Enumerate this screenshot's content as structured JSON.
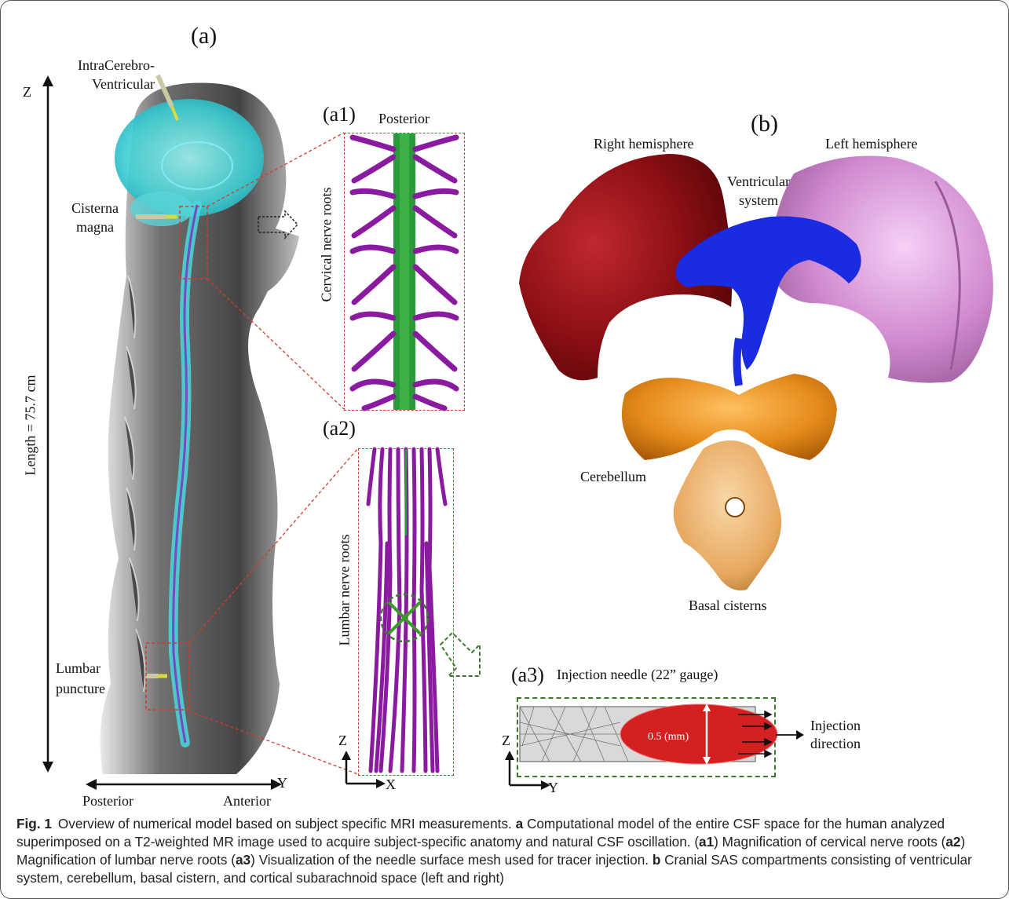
{
  "panel_a": {
    "label": "(a)",
    "axis_z": "Z",
    "length_label": "Length = 75.7 cm",
    "axis_y": "Y",
    "posterior": "Posterior",
    "anterior": "Anterior",
    "icv_line1": "IntraCerebro-",
    "icv_line2": "Ventricular",
    "cm_line1": "Cisterna",
    "cm_line2": "magna",
    "lp_line1": "Lumbar",
    "lp_line2": "puncture"
  },
  "panel_a1": {
    "label": "(a1)",
    "posterior": "Posterior",
    "side_label": "Cervical nerve roots"
  },
  "panel_a2": {
    "label": "(a2)",
    "side_label": "Lumbar nerve roots",
    "axis_z": "Z",
    "axis_x": "X"
  },
  "panel_a3": {
    "label": "(a3)",
    "title": "Injection needle (22” gauge)",
    "measure": "0.5 (mm)",
    "dir_line1": "Injection",
    "dir_line2": "direction",
    "axis_z": "Z",
    "axis_y": "Y"
  },
  "panel_b": {
    "label": "(b)",
    "right_hemisphere": "Right hemisphere",
    "left_hemisphere": "Left hemisphere",
    "ventricular_line1": "Ventricular",
    "ventricular_line2": "system",
    "cerebellum": "Cerebellum",
    "basal": "Basal cisterns"
  },
  "caption": {
    "fig": "Fig. 1",
    "t1": "Overview of numerical model based on subject specific MRI measurements. ",
    "b_a": "a",
    "t2": " Computational model of the entire CSF space for the human analyzed superimposed on a T2-weighted MR image used to acquire subject-specific anatomy and natural CSF oscillation. (",
    "b_a1": "a1",
    "t3": ") Magnification of cervical nerve roots (",
    "b_a2": "a2",
    "t4": ") Magnification of lumbar nerve roots (",
    "b_a3": "a3",
    "t5": ") Visualization of the needle surface mesh used for tracer injection. ",
    "b_b": "b",
    "t6": " Cranial SAS compartments consisting of ventricular system, cerebellum, basal cistern, and cortical subarachnoid space (left and right)"
  },
  "colors": {
    "red_dashed": "#d63a2c",
    "green_dashed": "#3a7a2a",
    "nerve_purple": "#8a1aa0",
    "cord_green": "#2a9a3a",
    "hemisphere_right": "#8b0f14",
    "hemisphere_left": "#d08ad0",
    "ventricles": "#1a2be0",
    "cerebellum": "#e58a1a",
    "basal": "#e8a860",
    "needle_red": "#d42020",
    "csf_cyan": "#4ad8dc"
  }
}
